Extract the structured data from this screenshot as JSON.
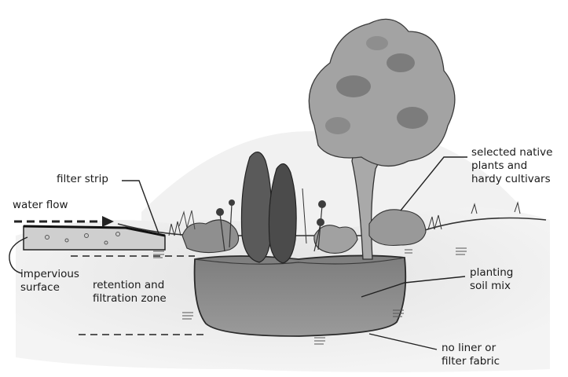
{
  "labels": {
    "filter_strip": "filter strip",
    "water_flow": "water flow",
    "impervious_surface": "impervious\nsurface",
    "retention_zone": "retention and\nfiltration zone",
    "native_plants": "selected native\nplants and\nhardy cultivars",
    "planting_soil": "planting\nsoil mix",
    "no_liner": "no liner or\nfilter fabric"
  },
  "colors": {
    "ink": "#1a1a1a",
    "ground": "#d9d9d9",
    "basin": "#8a8a8a",
    "foliage": "#9c9c9c",
    "dark_shrub": "#4a4a4a"
  }
}
